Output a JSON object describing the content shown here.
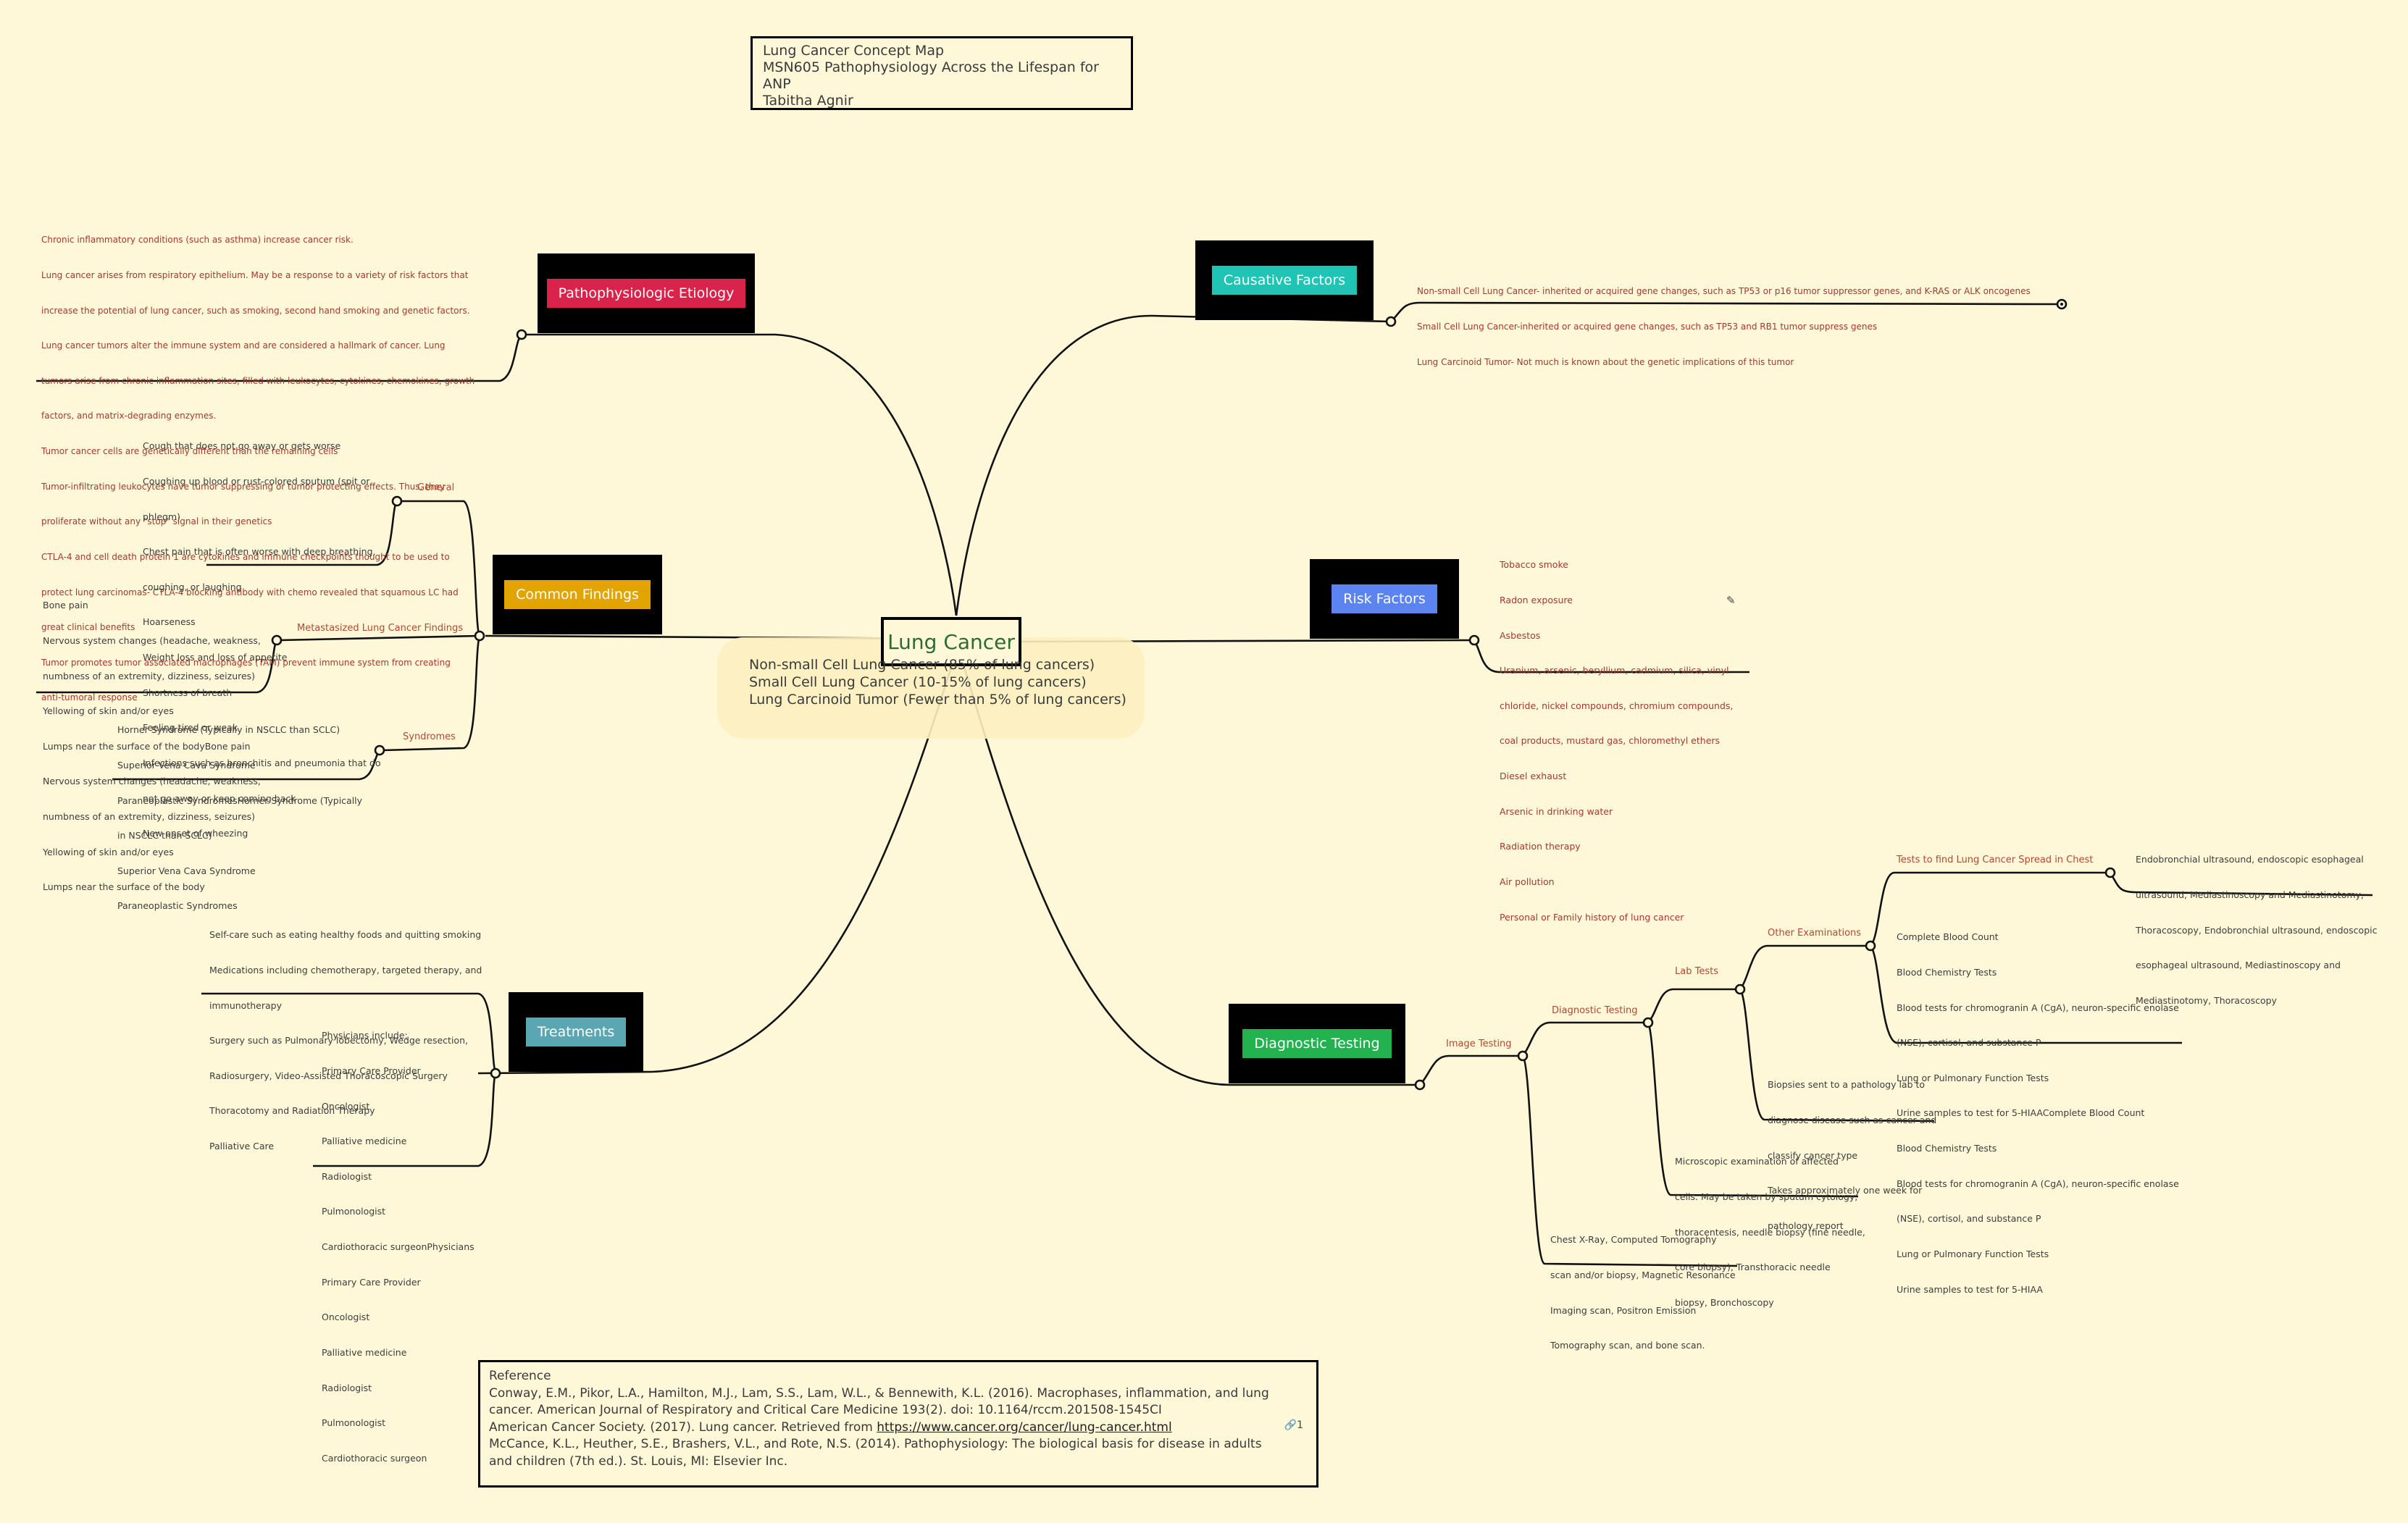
{
  "title_box": {
    "line1": "Lung Cancer Concept Map",
    "line2": "MSN605 Pathophysiology Across the Lifespan for ANP",
    "line3": "Tabitha Agnir"
  },
  "central": {
    "label": "Lung Cancer",
    "types": [
      "Non-small Cell Lung Cancer (85% of lung cancers)",
      "Small Cell Lung Cancer (10-15% of lung cancers)",
      "Lung Carcinoid Tumor (Fewer than 5% of lung cancers)"
    ]
  },
  "etiology": {
    "label": "Pathophysiologic Etiology",
    "color": "#d9234a",
    "notes": [
      "Chronic inflammatory conditions (such as asthma) increase cancer risk.",
      "Lung cancer arises from respiratory epithelium. May be a response to a variety of risk factors that",
      "increase the potential of lung cancer, such as smoking, second hand smoking and genetic factors.",
      "Lung cancer tumors alter the immune system and are considered a hallmark of cancer. Lung",
      "tumors arise from chronic inflammation sites, filled with leukocytes, cytokines, chemokines, growth",
      "factors, and matrix-degrading enzymes.",
      "Tumor cancer cells are genetically different than the remaining cells",
      "Tumor-infiltrating leukocytes have tumor suppressing or tumor protecting effects. Thus, they",
      "proliferate without any \"stop\" signal in their genetics",
      "CTLA-4 and cell death protein 1 are cytokines and immune checkpoints thought to be used to",
      "protect lung carcinomas- CTLA-4 blocking antibody with chemo revealed that squamous LC had",
      "great clinical benefits",
      "Tumor promotes tumor associated macrophages (TAM) prevent immune system from creating",
      "anti-tumoral response"
    ]
  },
  "causative": {
    "label": "Causative Factors",
    "color": "#1fc4b4",
    "notes": [
      "Non-small Cell Lung Cancer- inherited or acquired gene changes, such as TP53 or p16 tumor suppressor genes, and K-RAS or ALK oncogenes",
      "Small Cell Lung Cancer-inherited or acquired gene changes, such as TP53 and RB1 tumor suppress genes",
      "Lung Carcinoid Tumor- Not much is known about the genetic implications of this tumor"
    ]
  },
  "findings": {
    "label": "Common Findings",
    "color": "#e2a400",
    "general_label": "General",
    "general": [
      "Cough that does not go away or gets worse",
      "Coughing up blood or rust-colored sputum (spit or",
      "phlegm)",
      "Chest pain that is often worse with deep breathing,",
      "coughing, or laughing",
      "Hoarseness",
      "Weight loss and loss of appetite",
      "Shortness of breath",
      "Feeling tired or weak",
      "Infections such as bronchitis and pneumonia that do",
      "not go away or keep coming back",
      "New onset of wheezing"
    ],
    "metastasized_label": "Metastasized Lung Cancer Findings",
    "metastasized": [
      "Bone pain",
      "Nervous system changes (headache, weakness,",
      "numbness of an extremity, dizziness, seizures)",
      "Yellowing of skin and/or eyes",
      "Lumps near the surface of the bodyBone pain",
      "Nervous system changes (headache, weakness,",
      "numbness of an extremity, dizziness, seizures)",
      "Yellowing of skin and/or eyes",
      "Lumps near the surface of the body"
    ],
    "syndromes_label": "Syndromes",
    "syndromes": [
      "Horner Syndrome (Typically in NSCLC than SCLC)",
      "Superior Vena Cava Syndrome",
      "Paraneoplastic SyndromesHorner Syndrome (Typically",
      "in NSCLC than SCLC)",
      "Superior Vena Cava Syndrome",
      "Paraneoplastic Syndromes"
    ]
  },
  "risk": {
    "label": "Risk Factors",
    "color": "#5b84f0",
    "notes": [
      "Tobacco smoke",
      "Radon exposure",
      "Asbestos",
      "Uranium, arsenic, beryllium, cadmium, silica, vinyl",
      "chloride, nickel compounds, chromium compounds,",
      "coal products, mustard gas, chloromethyl ethers",
      "Diesel exhaust",
      "Arsenic in drinking water",
      "Radiation therapy",
      "Air pollution",
      "Personal or Family history of lung cancer"
    ]
  },
  "treatments": {
    "label": "Treatments",
    "color": "#5aa7b3",
    "care": [
      "Self-care such as eating healthy foods and quitting smoking",
      "Medications including chemotherapy, targeted therapy, and",
      "immunotherapy",
      "Surgery such as Pulmonary lobectomy, Wedge resection,",
      "Radiosurgery, Video-Assisted Thoracoscopic Surgery",
      "Thoracotomy and Radiation Therapy",
      "Palliative Care"
    ],
    "physicians": [
      "Physicians include:",
      "Primary Care Provider",
      "Oncologist",
      "Palliative medicine",
      "Radiologist",
      "Pulmonologist",
      "Cardiothoracic surgeonPhysicians",
      "Primary Care Provider",
      "Oncologist",
      "Palliative medicine",
      "Radiologist",
      "Pulmonologist",
      "Cardiothoracic surgeon"
    ]
  },
  "diagnostic": {
    "label": "Diagnostic Testing",
    "color": "#22b350",
    "image_testing_label": "Image Testing",
    "diagnostic_testing_label": "Diagnostic Testing",
    "lab_tests_label": "Lab Tests",
    "other_exams_label": "Other Examinations",
    "spread_label": "Tests to find Lung Cancer Spread in Chest",
    "spread": [
      "Endobronchial ultrasound, endoscopic esophageal",
      "ultrasound, Mediastinoscopy and Mediastinotomy,",
      "Thoracoscopy, Endobronchial ultrasound, endoscopic",
      "esophageal ultrasound, Mediastinoscopy and",
      "Mediastinotomy, Thoracoscopy"
    ],
    "blood_tests": [
      "Complete Blood Count",
      "Blood Chemistry Tests",
      "Blood tests for chromogranin A (CgA), neuron-specific enolase",
      "(NSE), cortisol, and substance P",
      "Lung or Pulmonary Function Tests",
      "Urine samples to test for 5-HIAAComplete Blood Count",
      "Blood Chemistry Tests",
      "Blood tests for chromogranin A (CgA), neuron-specific enolase",
      "(NSE), cortisol, and substance P",
      "Lung or Pulmonary Function Tests",
      "Urine samples to test for 5-HIAA"
    ],
    "biopsy": [
      "Biopsies sent to a pathology lab to",
      "diagnose disease such as cancer and",
      "classify cancer type",
      "Takes approximately one week for",
      "pathology report"
    ],
    "microscopic": [
      "Microscopic examination of affected",
      "cells. May be taken by sputum cytology,",
      "thoracentesis, needle biopsy (fine needle,",
      "core biopsy), Transthoracic needle",
      "biopsy, Bronchoscopy"
    ],
    "imaging": [
      "Chest X-Ray, Computed Tomography",
      "scan and/or biopsy, Magnetic Resonance",
      "Imaging scan, Positron Emission",
      "Tomography scan, and bone scan."
    ]
  },
  "reference": {
    "heading": "Reference",
    "line1": "Conway, E.M., Pikor, L.A., Hamilton, M.J., Lam, S.S., Lam, W.L., & Bennewith, K.L. (2016). Macrophases, inflammation, and lung",
    "line2": "cancer. American Journal of Respiratory and Critical Care Medicine 193(2). doi: 10.1164/rccm.201508-1545CI",
    "line3_prefix": "American Cancer Society. (2017). Lung cancer. Retrieved from ",
    "line3_link": "https://www.cancer.org/cancer/lung-cancer.html",
    "line4": "McCance, K.L., Heuther, S.E., Brashers, V.L., and Rote, N.S. (2014). Pathophysiology: The biological basis for disease in adults",
    "line5": "and children (7th ed.). St. Louis, MI: Elsevier Inc.",
    "attachment_count": "1"
  }
}
